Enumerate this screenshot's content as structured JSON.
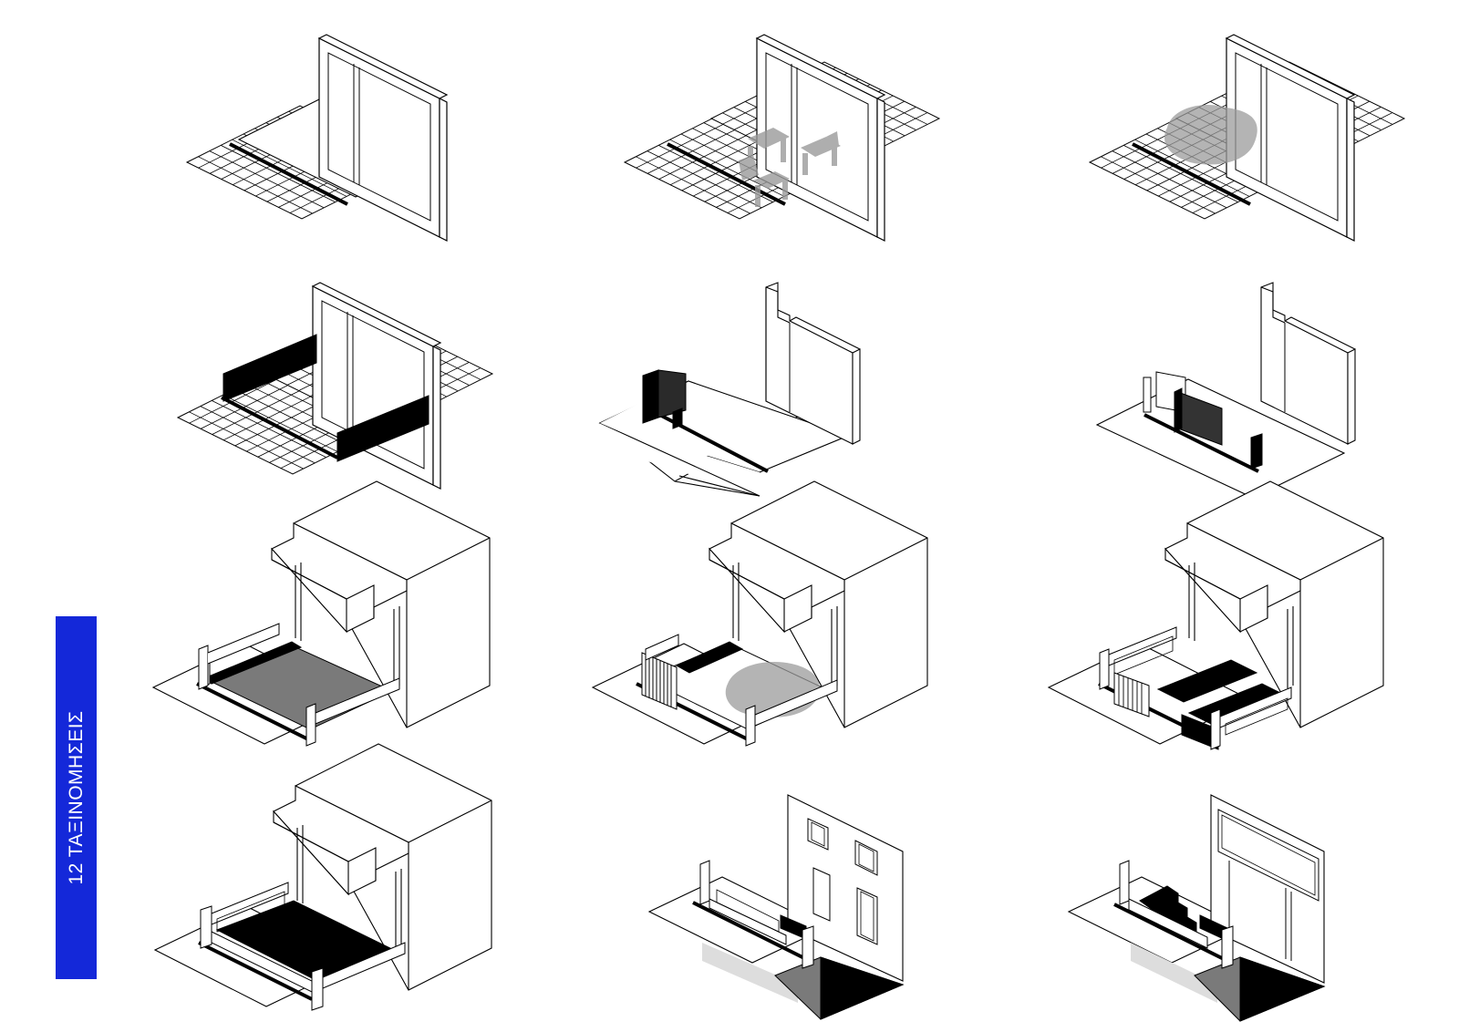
{
  "sidebar": {
    "label": "12 ΤΑΞΙΝΟΜΗΣΕΙΣ",
    "color": "#1428d9"
  },
  "grid": {
    "rows": 4,
    "columns": 3,
    "panel_count": 12,
    "panels": [
      {
        "id": 1,
        "type": "tiled-forecourt-glazed-wall"
      },
      {
        "id": 2,
        "type": "tiled-forecourt-furniture"
      },
      {
        "id": 3,
        "type": "tiled-forecourt-vegetation"
      },
      {
        "id": 4,
        "type": "tiled-forecourt-side-walls"
      },
      {
        "id": 5,
        "type": "setback-corner-object"
      },
      {
        "id": 6,
        "type": "setback-gate"
      },
      {
        "id": 7,
        "type": "porch-gray-court"
      },
      {
        "id": 8,
        "type": "porch-vegetation-gate"
      },
      {
        "id": 9,
        "type": "porch-strips-fence"
      },
      {
        "id": 10,
        "type": "porch-black-court-railing"
      },
      {
        "id": 11,
        "type": "facade-basement-windows"
      },
      {
        "id": 12,
        "type": "facade-basement-stairs"
      }
    ]
  }
}
